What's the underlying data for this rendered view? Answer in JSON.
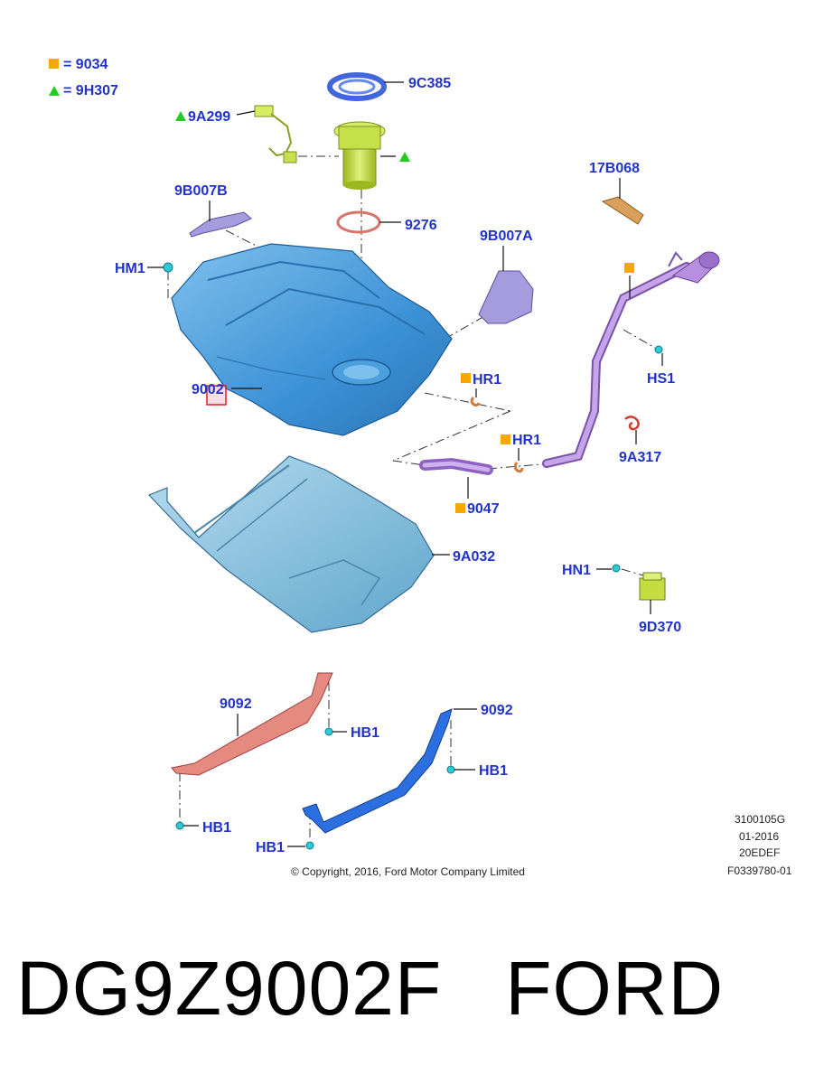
{
  "legend": [
    {
      "symbol": "square",
      "color": "#f5a800",
      "text": "= 9034"
    },
    {
      "symbol": "triangle",
      "color": "#22cc22",
      "text": "= 9H307"
    }
  ],
  "callouts": {
    "c_9C385": "9C385",
    "c_9A299": "9A299",
    "c_17B068": "17B068",
    "c_9B007B": "9B007B",
    "c_9276": "9276",
    "c_9B007A": "9B007A",
    "c_HM1": "HM1",
    "c_HS1": "HS1",
    "c_9002": "9002",
    "c_HR1a": "HR1",
    "c_HR1b": "HR1",
    "c_9A317": "9A317",
    "c_9047": "9047",
    "c_9A032": "9A032",
    "c_HN1": "HN1",
    "c_9D370": "9D370",
    "c_9092a": "9092",
    "c_9092b": "9092",
    "c_HB1a": "HB1",
    "c_HB1b": "HB1",
    "c_HB1c": "HB1",
    "c_HB1d": "HB1"
  },
  "meta": {
    "code1": "3100105G",
    "code2": "01-2016",
    "code3": "20EDEF",
    "code4": "F0339780-01",
    "copyright": "© Copyright, 2016, Ford Motor Company Limited"
  },
  "part_number": "DG9Z9002F",
  "brand": "FORD",
  "colors": {
    "label": "#2233cc",
    "tank": "#4a9fdc",
    "shield": "#86c1e0",
    "pipe": "#b98fe0",
    "strap_red": "#e07070",
    "strap_blue": "#2c6fe0",
    "pump": "#c2dc3c",
    "legend_square": "#f5a800",
    "legend_triangle": "#22cc22"
  }
}
